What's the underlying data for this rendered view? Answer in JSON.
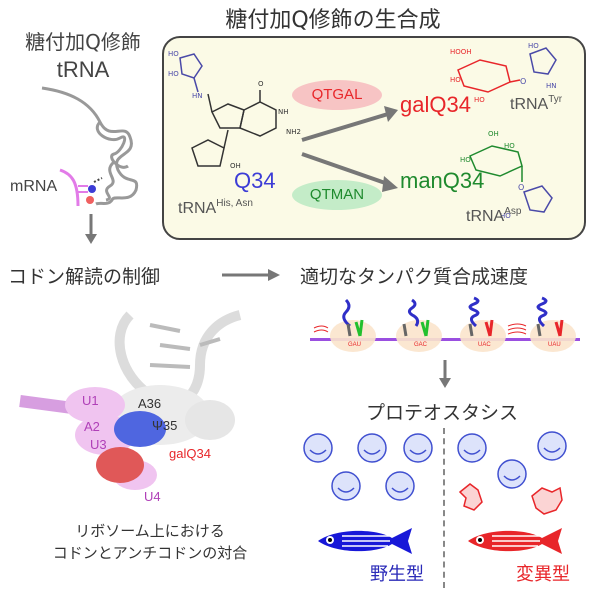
{
  "left_panel": {
    "title_line1": "糖付加Q修飾",
    "title_line2": "tRNA",
    "mrna_label": "mRNA"
  },
  "biosynthesis": {
    "title": "糖付加Q修飾の生合成",
    "q34_label": "Q34",
    "trna_his_asn": "tRNA",
    "trna_his_asn_sup": "His, Asn",
    "enzyme_gal": "QTGAL",
    "enzyme_man": "QTMAN",
    "product_gal": "galQ34",
    "product_man": "manQ34",
    "trna_tyr": "tRNA",
    "trna_tyr_sup": "Tyr",
    "trna_asp": "tRNA",
    "trna_asp_sup": "Asp",
    "chem_labels": {
      "ho": "HO",
      "hn": "HN",
      "nh": "NH",
      "nh2": "NH2",
      "n": "N",
      "o": "O",
      "oh": "OH"
    }
  },
  "flow": {
    "codon_control": "コドン解読の制御",
    "protein_rate": "適切なタンパク質合成速度",
    "proteostasis": "プロテオスタシス"
  },
  "ribosome_codons": [
    "GAU",
    "GAC",
    "UAC",
    "UAU"
  ],
  "structure_labels": {
    "u1": "U1",
    "a2": "A2",
    "u3": "U3",
    "u4": "U4",
    "a36": "A36",
    "psi35": "Ψ35",
    "galq34": "galQ34",
    "caption_line1": "リボソーム上における",
    "caption_line2": "コドンとアンチコドンの対合"
  },
  "phenotypes": {
    "wild_type": "野生型",
    "mutant": "変異型"
  },
  "colors": {
    "red": "#e8262a",
    "green": "#1f8a2e",
    "blue": "#3c3cd6",
    "box_bg": "#fbfae6",
    "pill_red": "#f7c4c4",
    "pill_green": "#c4ecc8",
    "arrow": "#777777",
    "mrna_purple": "#9a4fe0"
  }
}
